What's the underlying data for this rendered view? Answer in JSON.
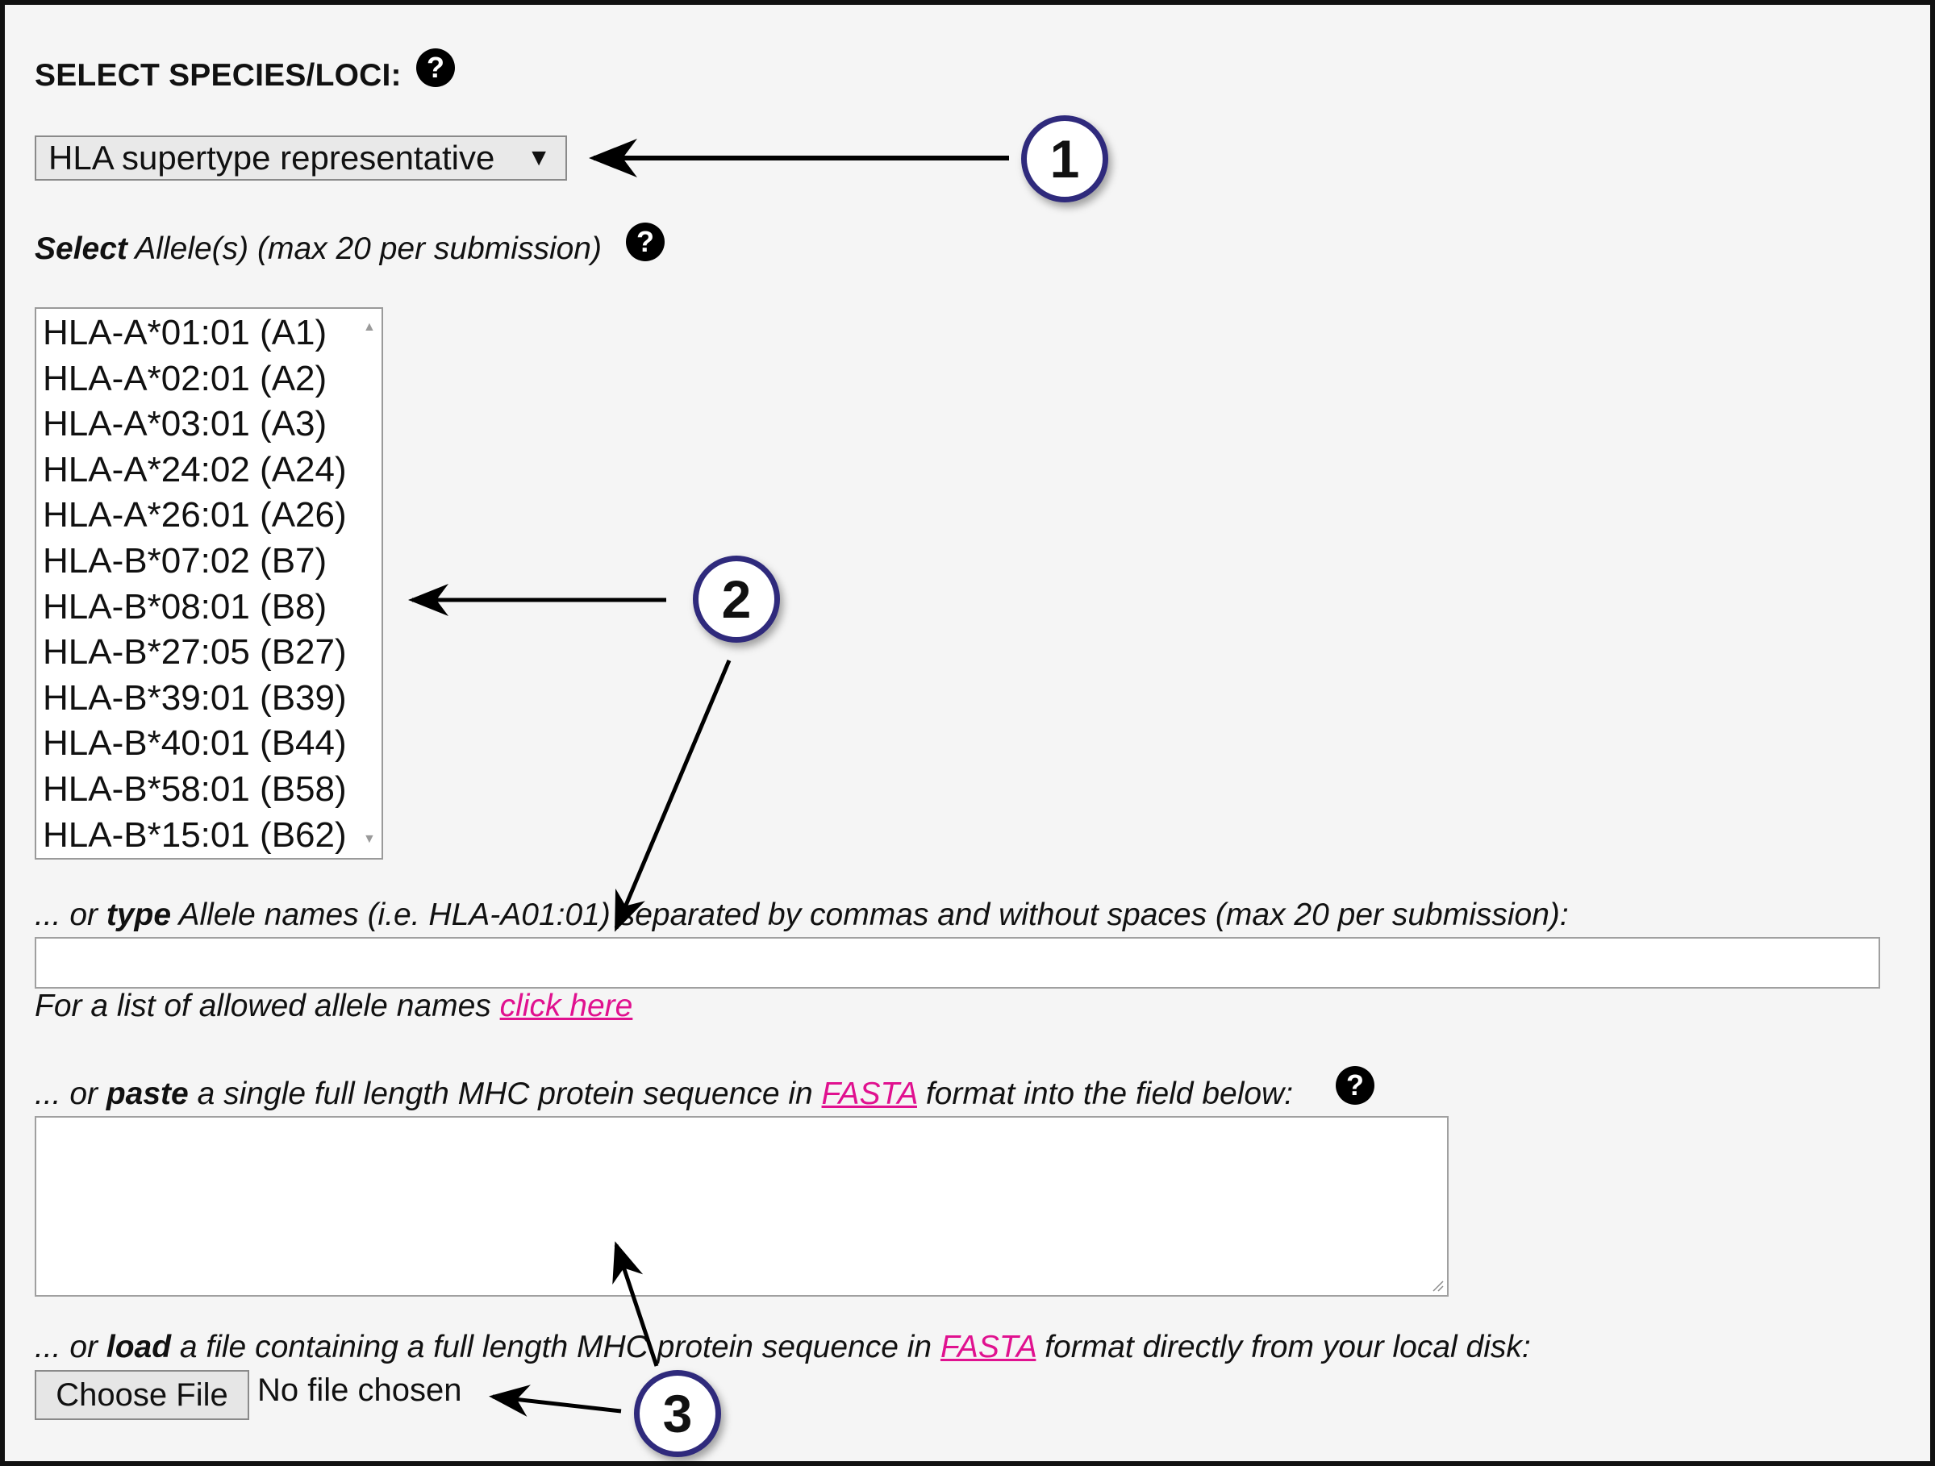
{
  "species": {
    "heading": "SELECT SPECIES/LOCI:",
    "selected": "HLA supertype representative"
  },
  "alleles": {
    "label_bold": "Select",
    "label_rest": " Allele(s) (max 20 per submission)",
    "options": [
      "HLA-A*01:01 (A1)",
      "HLA-A*02:01 (A2)",
      "HLA-A*03:01 (A3)",
      "HLA-A*24:02 (A24)",
      "HLA-A*26:01 (A26)",
      "HLA-B*07:02 (B7)",
      "HLA-B*08:01 (B8)",
      "HLA-B*27:05 (B27)",
      "HLA-B*39:01 (B39)",
      "HLA-B*40:01 (B44)",
      "HLA-B*58:01 (B58)",
      "HLA-B*15:01 (B62)"
    ]
  },
  "type_field": {
    "label_pre": "... or ",
    "label_bold": "type",
    "label_rest": " Allele names (i.e. HLA-A01:01) separated by commas and without spaces (max 20 per submission):",
    "value": "",
    "hint_text": "For a list of allowed allele names ",
    "hint_link": "click here"
  },
  "paste_field": {
    "label_pre": "... or ",
    "label_bold": "paste",
    "label_mid": " a single full length MHC protein sequence in ",
    "label_link": "FASTA",
    "label_post": " format into the field below:",
    "value": ""
  },
  "load_field": {
    "label_pre": "... or ",
    "label_bold": "load",
    "label_mid": " a file containing a full length MHC protein sequence in ",
    "label_link": "FASTA",
    "label_post": " format directly from your local disk:",
    "button_label": "Choose File",
    "status": "No file chosen"
  },
  "help_symbol": "?",
  "dropdown_caret": "▼",
  "callouts": [
    "1",
    "2",
    "3"
  ],
  "colors": {
    "link": "#e0118f",
    "callout_ring": "#2f2a7c",
    "background": "#f5f5f5"
  }
}
